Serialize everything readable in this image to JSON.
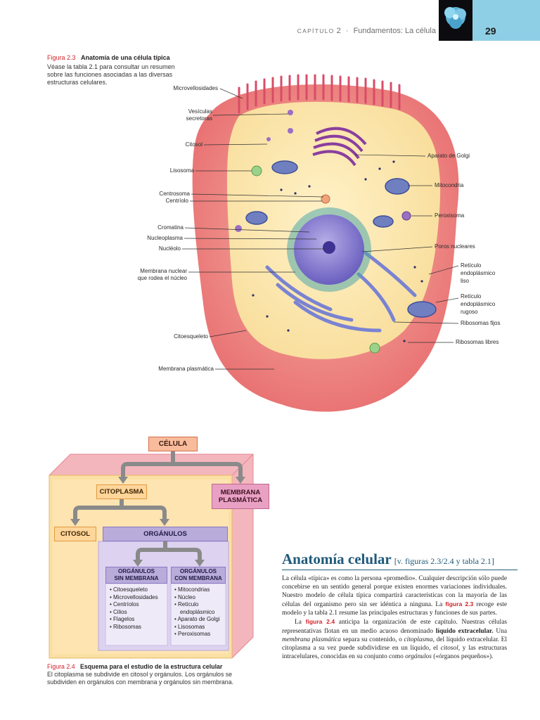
{
  "header": {
    "chapter_word": "CAPÍTULO",
    "chapter_number": "2",
    "separator": "·",
    "chapter_title": "Fundamentos: La célula",
    "page_number": "29",
    "band_color": "#8fcfe6"
  },
  "figure_2_3": {
    "number": "Figura 2.3",
    "title": "Anatomía de una célula típica",
    "description": "Véase la tabla 2.1 para consultar un resumen sobre las funciones asociadas a las diversas estructuras celulares.",
    "labels_left": {
      "microvellosidades": "Microvellosidades",
      "vesiculas_1": "Vesículas",
      "vesiculas_2": "secretoras",
      "citosol": "Citosol",
      "lisosoma": "Lisosoma",
      "centrosoma": "Centrosoma",
      "centriolo": "Centríolo",
      "cromatina": "Cromatina",
      "nucleoplasma": "Nucleoplasma",
      "nucleolo": "Nucléolo",
      "membrana_nuclear_1": "Membrana nuclear",
      "membrana_nuclear_2": "que rodea el núcleo",
      "citoesqueleto": "Citoesqueleto",
      "membrana_plasmatica": "Membrana plasmática"
    },
    "labels_right": {
      "aparato_golgi": "Aparato de Golgi",
      "mitocondria": "Mitocondria",
      "peroxisoma": "Peroxisoma",
      "poros_nucleares": "Poros nucleares",
      "reticulo_liso_1": "Retículo",
      "reticulo_liso_2": "endoplásmico",
      "reticulo_liso_3": "liso",
      "reticulo_rugoso_1": "Retículo",
      "reticulo_rugoso_2": "endoplásmico",
      "reticulo_rugoso_3": "rugoso",
      "ribosomas_fijos": "Ribosomas fijos",
      "ribosomas_libres": "Ribosomas libres"
    }
  },
  "figure_2_4": {
    "boxes": {
      "celula": "CÉLULA",
      "citoplasma": "CITOPLASMA",
      "membrana_1": "MEMBRANA",
      "membrana_2": "PLASMÁTICA",
      "citosol": "CITOSOL",
      "organulos": "ORGÁNULOS",
      "sin_1": "ORGÁNULOS",
      "sin_2": "SIN MEMBRANA",
      "con_1": "ORGÁNULOS",
      "con_2": "CON MEMBRANA"
    },
    "sin_membrana_items": [
      "Citoesqueleto",
      "Microvellosidades",
      "Centríolos",
      "Cilios",
      "Flagelos",
      "Ribosomas"
    ],
    "con_membrana_items": [
      "Mitocondrias",
      "Núcleo",
      "Retículo",
      "endoplásmico",
      "Aparato de Golgi",
      "Lisosomas",
      "Peroxisomas"
    ],
    "caption_number": "Figura 2.4",
    "caption_title": "Esquema para el estudio de la estructura celular",
    "caption_text": "El citoplasma se subdivide en citosol y orgánulos. Los orgánulos se subdividen en orgánulos con membrana y orgánulos sin membrana."
  },
  "article": {
    "heading": "Anatomía celular",
    "heading_ref": "[v. figuras 2.3/2.4 y tabla 2.1]",
    "p1_a": "La célula «típica» es como la persona «promedio». Cualquier descripción sólo puede concebirse en un sentido general porque existen enormes variaciones individuales. Nuestro modelo de célula típica compartirá características con la mayoría de las células del organismo pero sin ser idéntica a ninguna. La ",
    "p1_ref": "figura 2.3",
    "p1_b": " recoge este modelo y la tabla 2.1 resume las principales estructuras y funciones de sus partes.",
    "p2_a": "La ",
    "p2_ref": "figura 2.4",
    "p2_b": " anticipa la organización de este capítulo. Nuestras células representativas flotan en un medio acuoso denominado ",
    "p2_bold": "líquido extracelular.",
    "p2_c": " Una ",
    "p2_i1": "membrana plasmática",
    "p2_d": " separa su contenido, o ",
    "p2_i2": "citoplasma,",
    "p2_e": " del líquido extracelular. El citoplasma a su vez puede subdividirse en un líquido, el ",
    "p2_i3": "citosol,",
    "p2_f": " y las estructuras intracelulares, conocidas en su conjunto como ",
    "p2_i4": "orgánulos",
    "p2_g": " («órganos pequeños»)."
  }
}
